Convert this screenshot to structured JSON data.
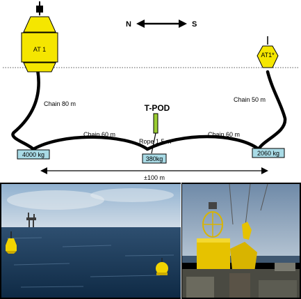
{
  "diagram": {
    "compass": {
      "north": "N",
      "south": "S"
    },
    "buoy_left": {
      "label": "AT 1",
      "color": "#f5e600"
    },
    "buoy_right": {
      "label": "AT1*",
      "color": "#f5e600"
    },
    "tpod": {
      "label": "T-POD",
      "color": "#9acd32"
    },
    "chains": {
      "left_vertical": "Chain 80 m",
      "right_vertical": "Chain 50 m",
      "left_span": "Chain 60 m",
      "right_span": "Chain 60 m",
      "rope": "Rope 1.5 m"
    },
    "weights": {
      "left": "4000 kg",
      "center": "380kg",
      "right": "2060 kg",
      "color": "#a9dbe6"
    },
    "distance": "±100 m"
  },
  "photos": [
    {
      "name": "sea-with-buoys-photo"
    },
    {
      "name": "buoy-deployment-photo"
    }
  ]
}
